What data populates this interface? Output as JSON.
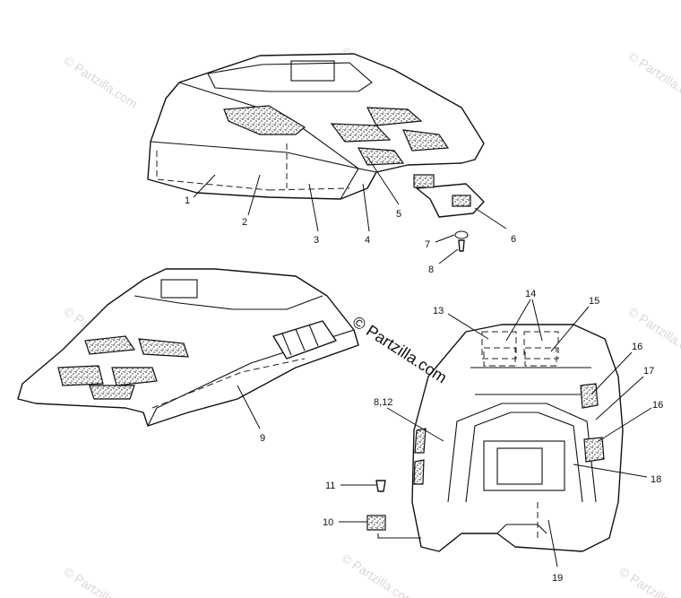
{
  "watermark": {
    "tile_text": "© Partzilla.com",
    "main_text": "© Partzilla.com"
  },
  "callouts": {
    "c1": "1",
    "c2": "2",
    "c3": "3",
    "c4": "4",
    "c5": "5",
    "c6": "6",
    "c7": "7",
    "c8": "8",
    "c9": "9",
    "c10": "10",
    "c11": "11",
    "c812": "8,12",
    "c13": "13",
    "c14": "14",
    "c15": "15",
    "c16a": "16",
    "c16b": "16",
    "c17": "17",
    "c18": "18",
    "c19": "19"
  },
  "colors": {
    "line": "#111111",
    "watermark": "#d9d9d9",
    "background": "#ffffff"
  }
}
